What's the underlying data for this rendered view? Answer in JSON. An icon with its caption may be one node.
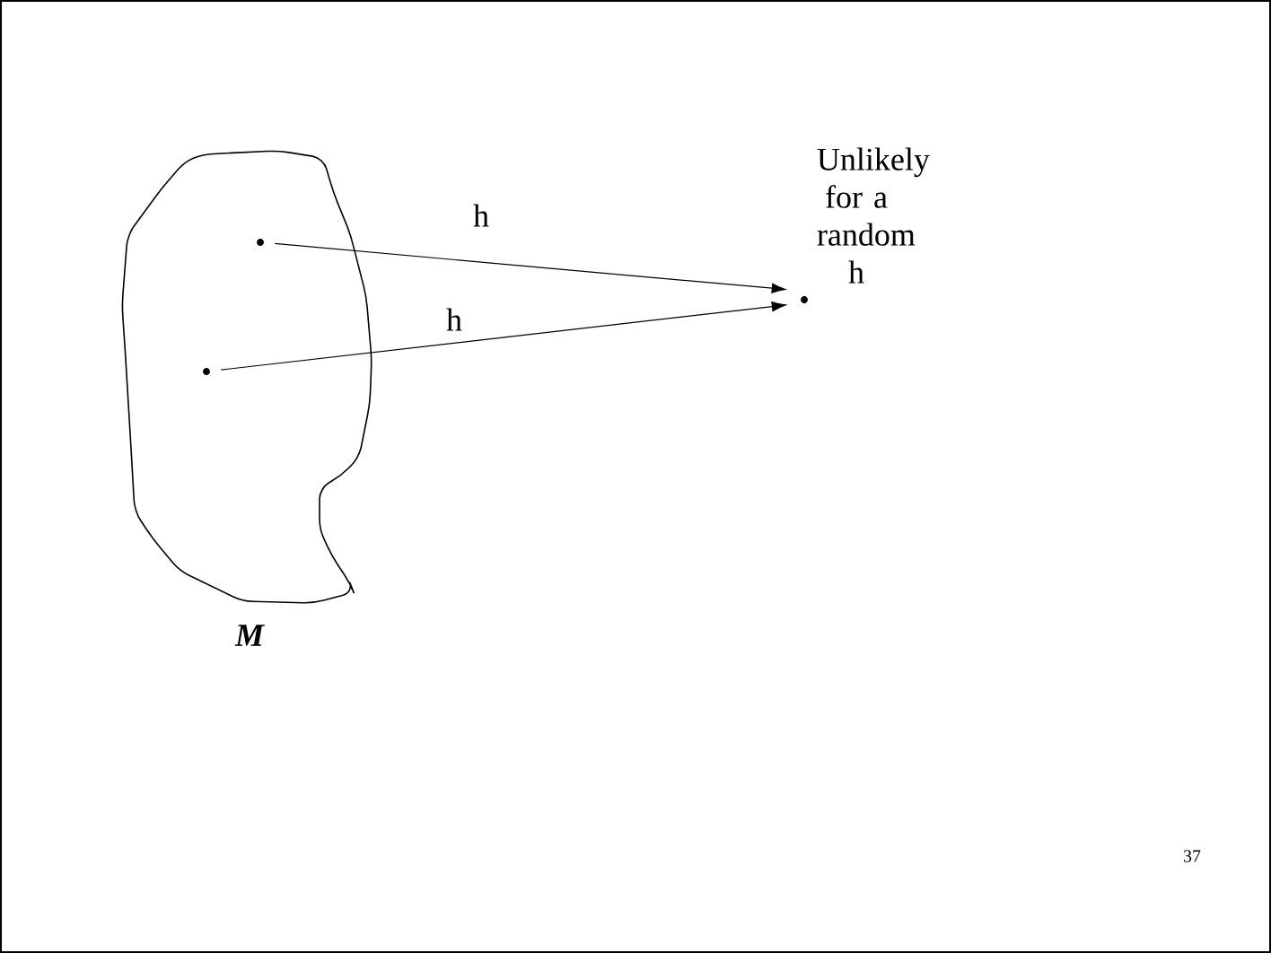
{
  "diagram": {
    "nodes": [
      {
        "text": [],
        "shape": "cloud",
        "beside": [
          "M"
        ]
      },
      {
        "text": [],
        "shape": "circle",
        "in": 0
      },
      {
        "text": [],
        "shape": "circle",
        "in": 0
      },
      {
        "text": [],
        "shape": "circle",
        "beside": [
          "Unlikely for a random h"
        ]
      }
    ],
    "edges": [
      {
        "from": 1,
        "to": 3,
        "arrow": "to",
        "label": "h"
      },
      {
        "from": 2,
        "to": 3,
        "arrow": "to",
        "label": "h"
      }
    ],
    "labels": [
      "37"
    ]
  }
}
